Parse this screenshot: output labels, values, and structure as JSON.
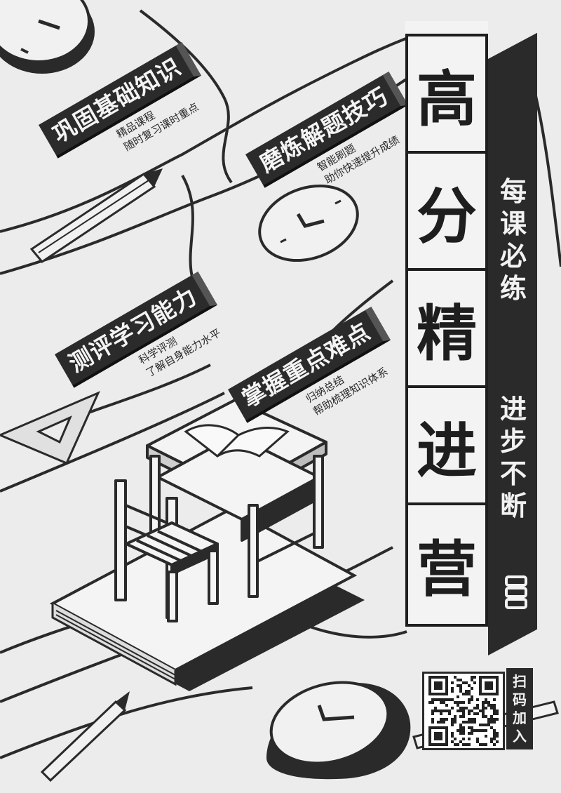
{
  "features": [
    {
      "title": "巩固基础知识",
      "lines": [
        "精品课程",
        "随时复习课时重点"
      ]
    },
    {
      "title": "磨炼解题技巧",
      "lines": [
        "智能刷题",
        "助你快速提升成绩"
      ]
    },
    {
      "title": "测评学习能力",
      "lines": [
        "科学评测",
        "了解自身能力水平"
      ]
    },
    {
      "title": "掌握重点难点",
      "lines": [
        "归纳总结",
        "帮助梳理知识体系"
      ]
    }
  ],
  "pillar": {
    "chars": [
      "高",
      "分",
      "精",
      "进",
      "营"
    ]
  },
  "slogan": {
    "line1": [
      "每",
      "课",
      "必",
      "练"
    ],
    "line2": [
      "进",
      "步",
      "不",
      "断"
    ]
  },
  "qr": {
    "label": [
      "扫",
      "码",
      "加",
      "入"
    ]
  },
  "icons": [
    "clock-icon",
    "pencil-icon",
    "ruler-triangle-icon",
    "desk-icon",
    "chair-icon",
    "book-icon",
    "brush-icon",
    "qr-code-icon"
  ]
}
